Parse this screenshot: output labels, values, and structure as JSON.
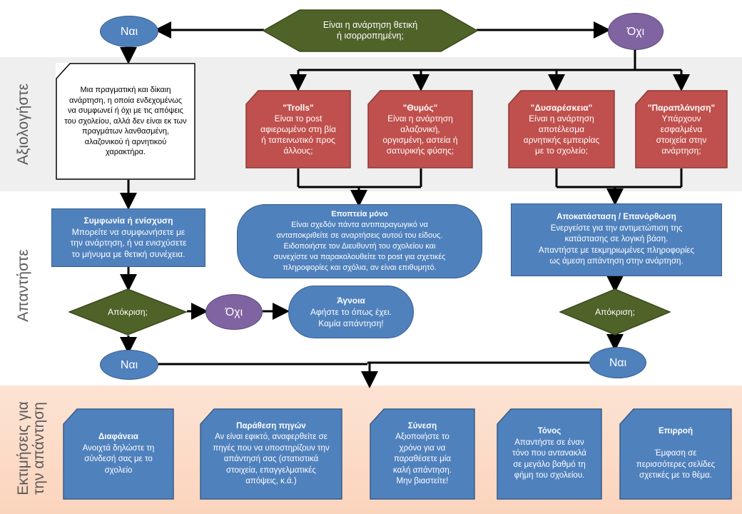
{
  "bands": {
    "evaluate": {
      "label": "Αξιολογήστε",
      "color": "#efefef"
    },
    "respond": {
      "label": "Απαντήστε",
      "color": "#ffffff"
    },
    "estimate": {
      "label": "Εκτιμήσεις για\nτην απάντηση",
      "color": "#fde3d3"
    }
  },
  "top": {
    "question": "Είναι η ανάρτηση θετική\nή ισορροπημένη;",
    "yes": "Ναι",
    "no": "Όχι"
  },
  "note": "Μια πραγματική και δίκαιη ανάρτηση, η οποία ενδεχομένως να συμφωνεί ή όχι με τις απόψεις του σχολείου, αλλά δεν είναι εκ των πραγμάτων λανθασμένη, αλαζονικού ή αρνητικού χαρακτήρα.",
  "categories": [
    {
      "title": "\"Trolls\"",
      "body": "Είναι το post\nαφιερωμένο στη βία\nή ταπεινωτικό προς\nάλλους;"
    },
    {
      "title": "\"Θυμός\"",
      "body": "Είναι η ανάρτηση\nαλαζονική,\nοργισμένη, αστεία ή\nσατυρικής φύσης;"
    },
    {
      "title": "\"Δυσαρέσκεια\"",
      "body": "Είναι η ανάρτηση\nαποτέλεσμα\nαρνητικής εμπειρίας\nμε το σχολείο;"
    },
    {
      "title": "\"Παραπλάνηση\"",
      "body": "Υπάρχουν\nεσφαλμένα\nστοιχεία στην\nανάρτηση;"
    }
  ],
  "agree": {
    "title": "Συμφωνία ή ενίσχυση",
    "body": "Μπορείτε να συμφωνήσετε με\nτην ανάρτηση, ή να ενισχύσετε\nτο μήνυμα με θετική συνέχεια."
  },
  "monitor": {
    "title": "Εποπτεία μόνο",
    "body": "Είναι σχεδόν πάντα αντιπαραγωγικό να\nανταποκριθείτε σε αναρτήσεις αυτού του είδους.\nΕιδοποιήστε τον Διευθυντή του σχολείου και\nσυνεχίστε να παρακολουθείτε το post για σχετικές\nπληροφορίες και σχόλια, αν είναι επιθυμητό."
  },
  "restore": {
    "title": "Αποκατάσταση / Επανόρθωση",
    "body": "Ενεργείστε για την αντιμετώπιση της\nκατάστασης σε λογική βάση.\nΑπαντήστε με τεκμηριωμένες πληροφορίες\nως άμεση απάντηση στην ανάρτηση."
  },
  "left_decision": {
    "label": "Απόκριση;",
    "no": "Όχι",
    "yes": "Ναι"
  },
  "ignore": {
    "title": "Άγνοια",
    "body": "Αφήστε το όπως έχει.\nΚαμία απάντηση!"
  },
  "right_decision": {
    "label": "Απόκριση;",
    "yes": "Ναι"
  },
  "tips": [
    {
      "title": "Διαφάνεια",
      "body": "Ανοιχτά δηλώστε τη\nσύνδεσή σας με το\nσχολείο"
    },
    {
      "title": "Παράθεση πηγών",
      "body": "Αν είναι εφικτό, αναφερθείτε σε\nπηγές που να υποστηρίζουν την\nαπάντησή σας (στατιστικά\nστοιχεία, επαγγελματικές\nαπόψεις, κ.ά.)"
    },
    {
      "title": "Σύνεση",
      "body": "Αξιοποιήστε το\nχρόνο για να\nπαραθέσετε μία\nκαλή απάντηση.\nΜην βιαστείτε!"
    },
    {
      "title": "Τόνος",
      "body": "Απαντήστε σε έναν\nτόνο που αντανακλά\nσε μεγάλο βαθμό τη\nφήμη του σχολείου."
    },
    {
      "title": "Επιρροή",
      "body": "Έμφαση σε\nπερισσότερες σελίδες\nσχετικές με το θέμα."
    }
  ],
  "colors": {
    "green_fill": "#4f6228",
    "blue_fill": "#4f81bd",
    "purple_fill": "#8064a2",
    "red_fill": "#c0504d",
    "line": "#000000"
  }
}
